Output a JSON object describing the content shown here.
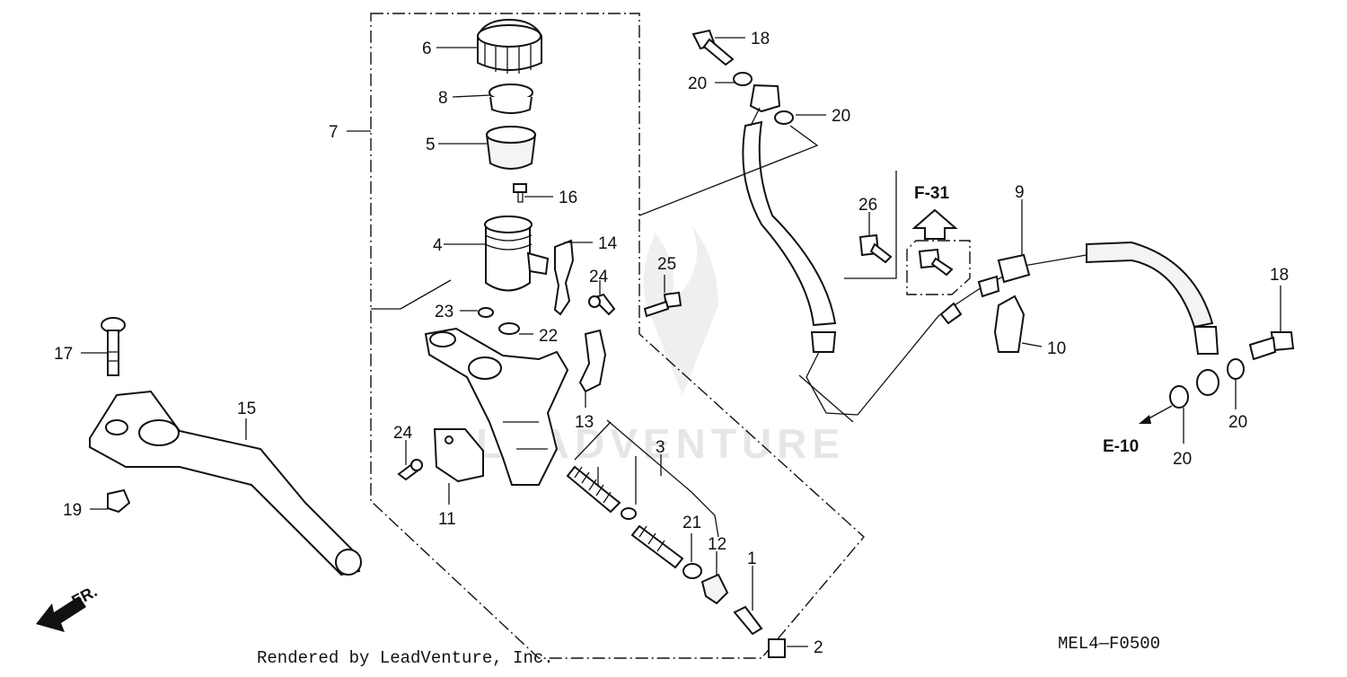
{
  "diagram": {
    "watermark": "LEADVENTURE",
    "footer_credit": "Rendered by LeadVenture, Inc.",
    "diagram_code": "MEL4—F0500",
    "front_label": "FR.",
    "callouts": {
      "p1": "1",
      "p2": "2",
      "p3": "3",
      "p4": "4",
      "p5": "5",
      "p6": "6",
      "p7": "7",
      "p8": "8",
      "p9": "9",
      "p10": "10",
      "p11": "11",
      "p12": "12",
      "p13": "13",
      "p14": "14",
      "p15": "15",
      "p16": "16",
      "p17": "17",
      "p18a": "18",
      "p18b": "18",
      "p19": "19",
      "p20a": "20",
      "p20b": "20",
      "p20c": "20",
      "p20d": "20",
      "p21": "21",
      "p22": "22",
      "p23": "23",
      "p24a": "24",
      "p24b": "24",
      "p25": "25",
      "p26": "26"
    },
    "refs": {
      "f31": "F-31",
      "e10": "E-10"
    }
  }
}
